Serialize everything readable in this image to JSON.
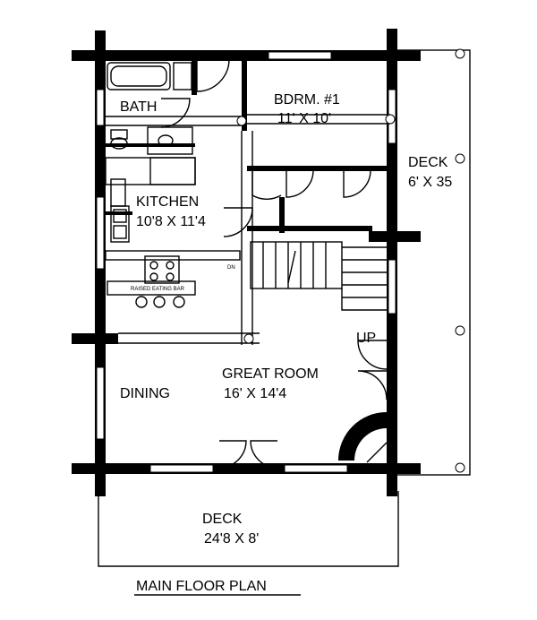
{
  "rooms": {
    "bath": "BATH",
    "bedroom_name": "BDRM. #1",
    "bedroom_size": "11' X 10'",
    "kitchen_name": "KITCHEN",
    "kitchen_size": "10'8 X 11'4",
    "deck_side_name": "DECK",
    "deck_side_size": "6' X 35",
    "great_room_name": "GREAT ROOM",
    "great_room_size": "16' X 14'4",
    "dining": "DINING",
    "deck_front_name": "DECK",
    "deck_front_size": "24'8 X 8'"
  },
  "annotations": {
    "raised_bar": "RAISED EATING BAR",
    "stair_up": "UP",
    "stair_down": "DN"
  },
  "caption": "MAIN FLOOR PLAN"
}
